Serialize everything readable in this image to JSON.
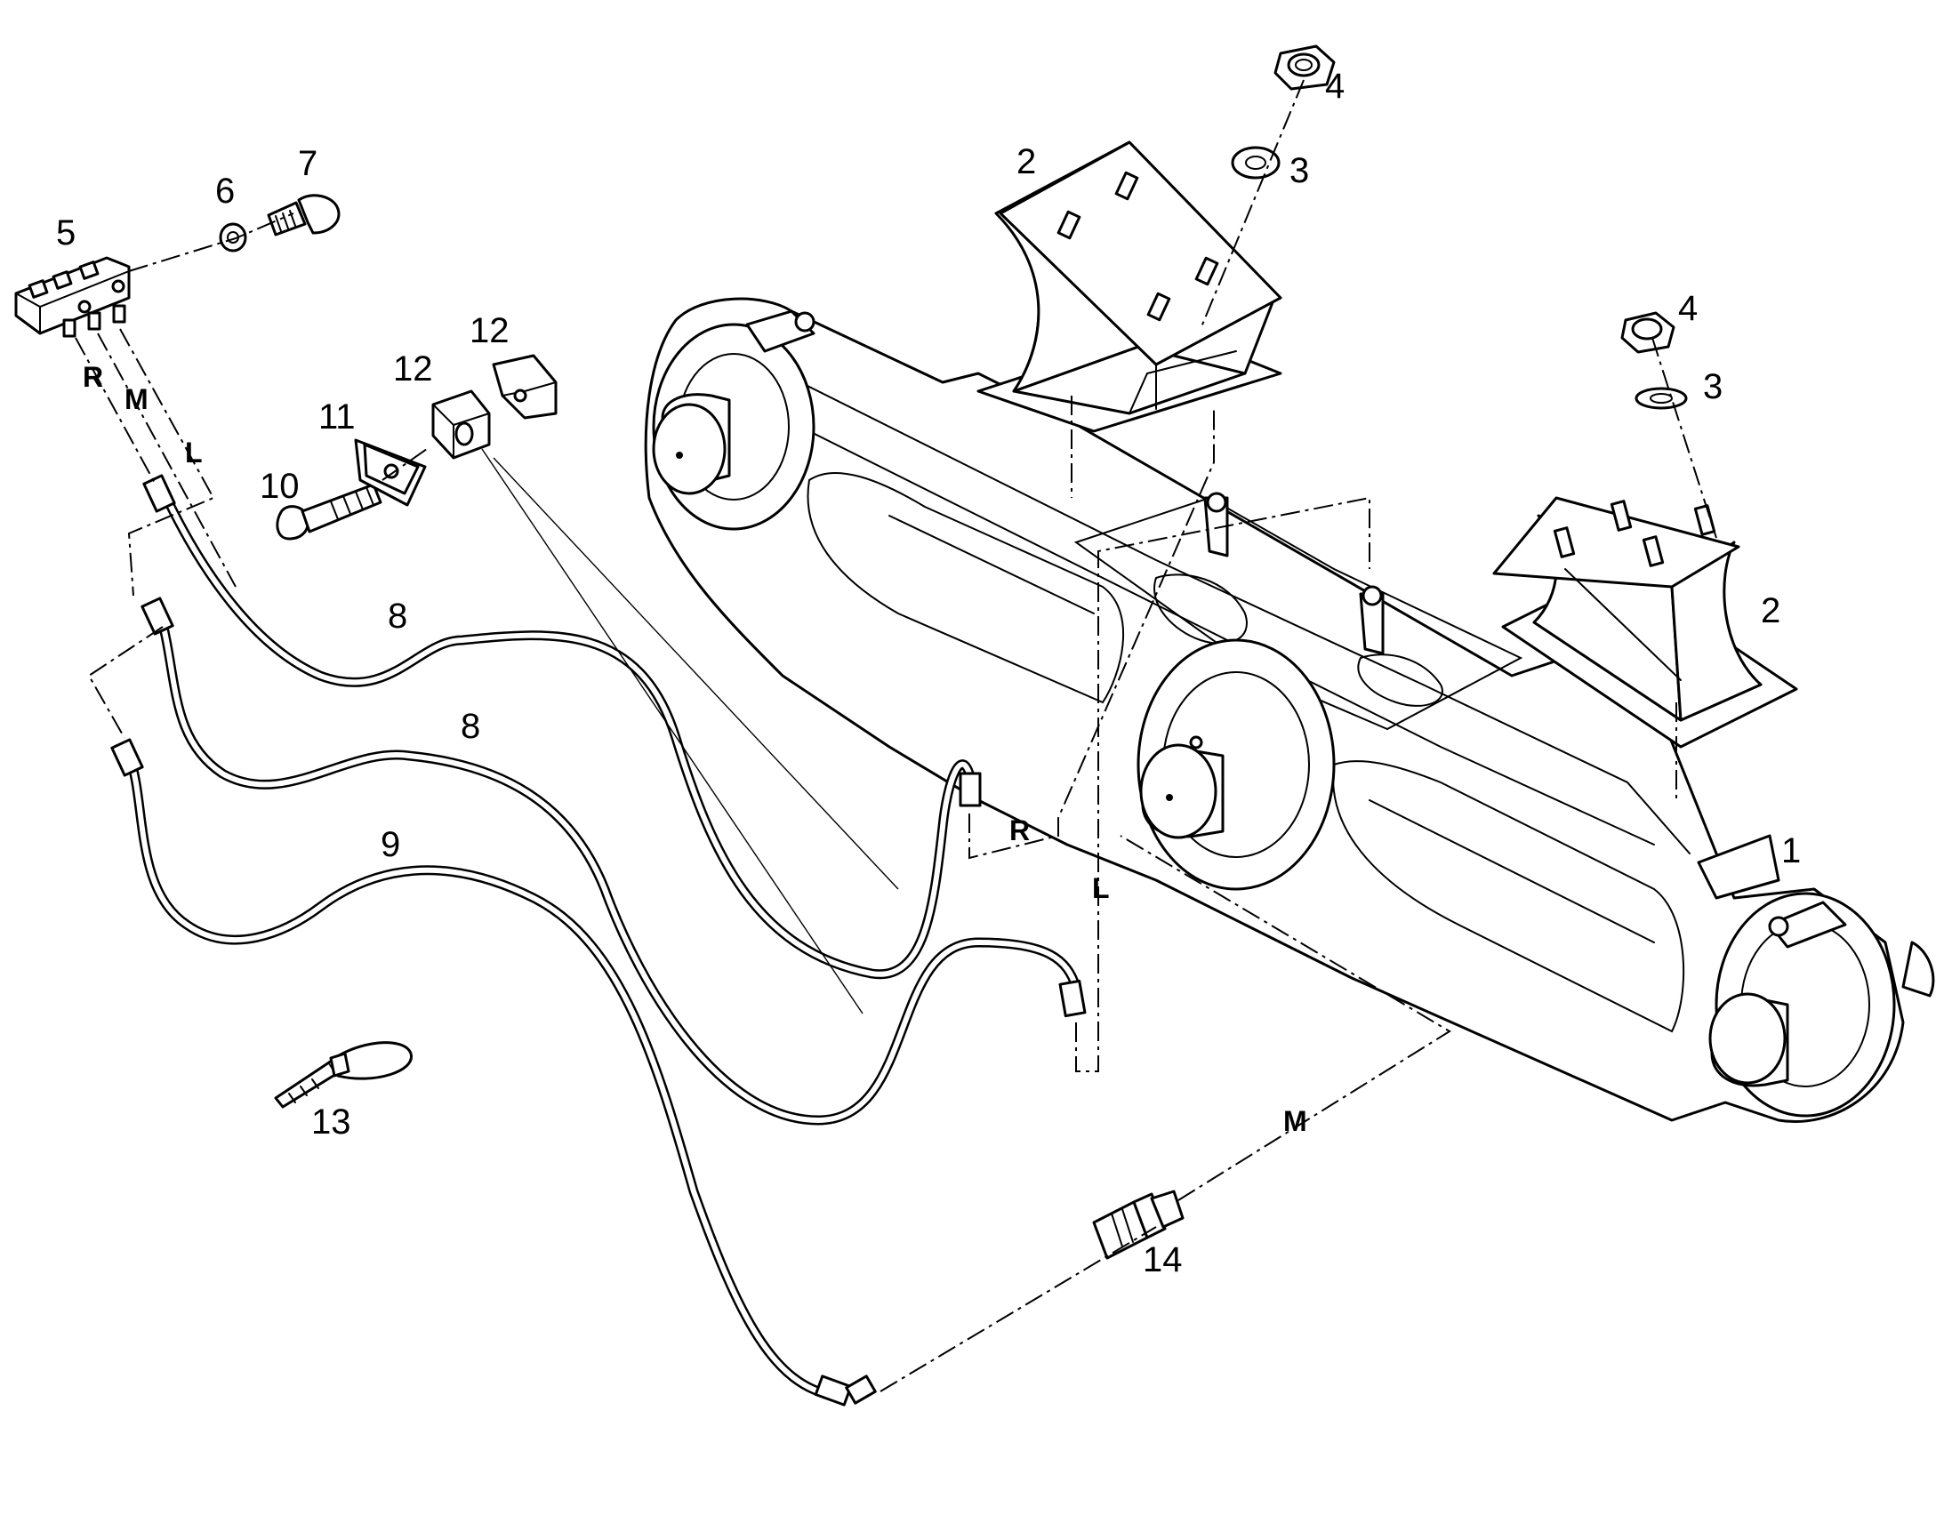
{
  "callouts": {
    "c1": "1",
    "c2a": "2",
    "c2b": "2",
    "c3a": "3",
    "c3b": "3",
    "c4a": "4",
    "c4b": "4",
    "c5": "5",
    "c6": "6",
    "c7": "7",
    "c8a": "8",
    "c8b": "8",
    "c9": "9",
    "c10": "10",
    "c11": "11",
    "c12a": "12",
    "c12b": "12",
    "c13": "13",
    "c14": "14"
  },
  "port_labels": {
    "block_r": "R",
    "block_m": "M",
    "block_l": "L",
    "axle_r": "R",
    "axle_l": "L",
    "axle_m": "M"
  }
}
